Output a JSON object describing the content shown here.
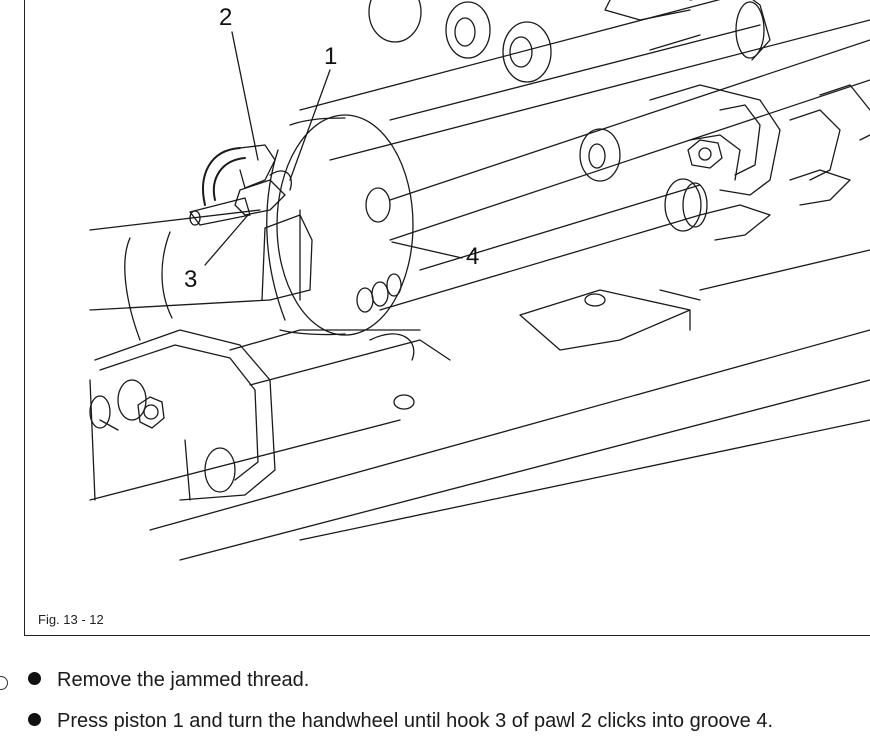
{
  "figure": {
    "caption": "Fig. 13 - 12",
    "callouts": [
      {
        "id": "c1",
        "label": "1"
      },
      {
        "id": "c2",
        "label": "2"
      },
      {
        "id": "c3",
        "label": "3"
      },
      {
        "id": "c4",
        "label": "4"
      }
    ]
  },
  "steps": [
    {
      "text": "Remove the jammed thread."
    },
    {
      "parts": [
        "Press piston ",
        "1",
        " and turn the handwheel until hook ",
        "3",
        " of pawl ",
        "2",
        " clicks into groove ",
        "4",
        "."
      ]
    }
  ]
}
